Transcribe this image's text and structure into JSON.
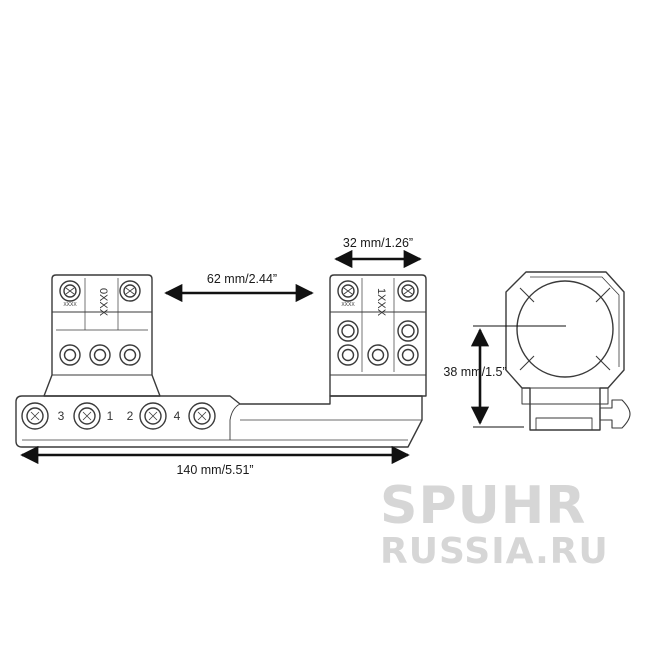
{
  "dimensions": {
    "total_length": "140 mm/5.51”",
    "ring_spacing": "62 mm/2.44”",
    "ring_width": "32 mm/1.26”",
    "ring_diameter": "38 mm/1.5”"
  },
  "engravings": {
    "front_ring": "0XXX",
    "rear_ring": "1XXX",
    "small_marking": "XXXX"
  },
  "base_screw_numbers": [
    "3",
    "1",
    "2",
    "4"
  ],
  "watermark": {
    "line1": "SPUHR",
    "line2": "RUSSIA.RU"
  },
  "colors": {
    "line": "#3a3a3a",
    "arrow": "#111111",
    "watermark": "#d6d6d6"
  }
}
